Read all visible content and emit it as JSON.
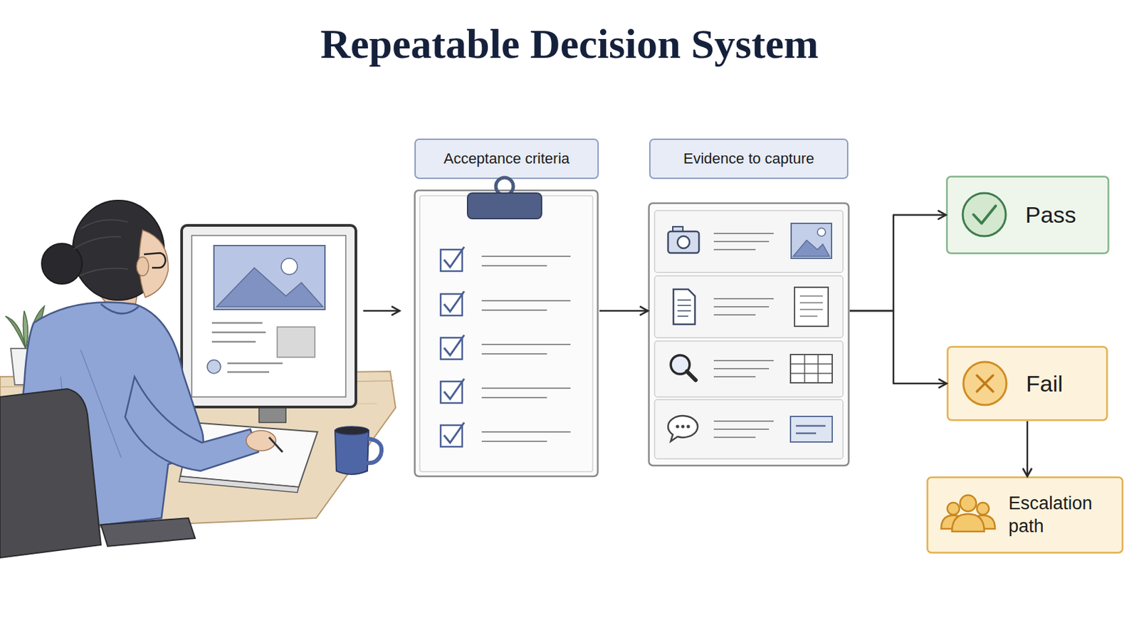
{
  "diagram": {
    "title": "Repeatable Decision System",
    "nodes": [
      {
        "text": [
          "Acceptance criteria"
        ]
      },
      {
        "text": [
          "Evidence to capture"
        ]
      },
      {
        "text": [
          "Pass"
        ]
      },
      {
        "text": [
          "Fail"
        ]
      },
      {
        "text": [
          "Escalation path"
        ]
      }
    ],
    "edges": [
      {
        "from": 0,
        "to": 1,
        "arrow": "to"
      },
      {
        "from": 1,
        "to": 2,
        "arrow": "to"
      },
      {
        "from": 1,
        "to": 3,
        "arrow": "to"
      },
      {
        "from": 3,
        "to": 4,
        "arrow": "to"
      }
    ]
  }
}
